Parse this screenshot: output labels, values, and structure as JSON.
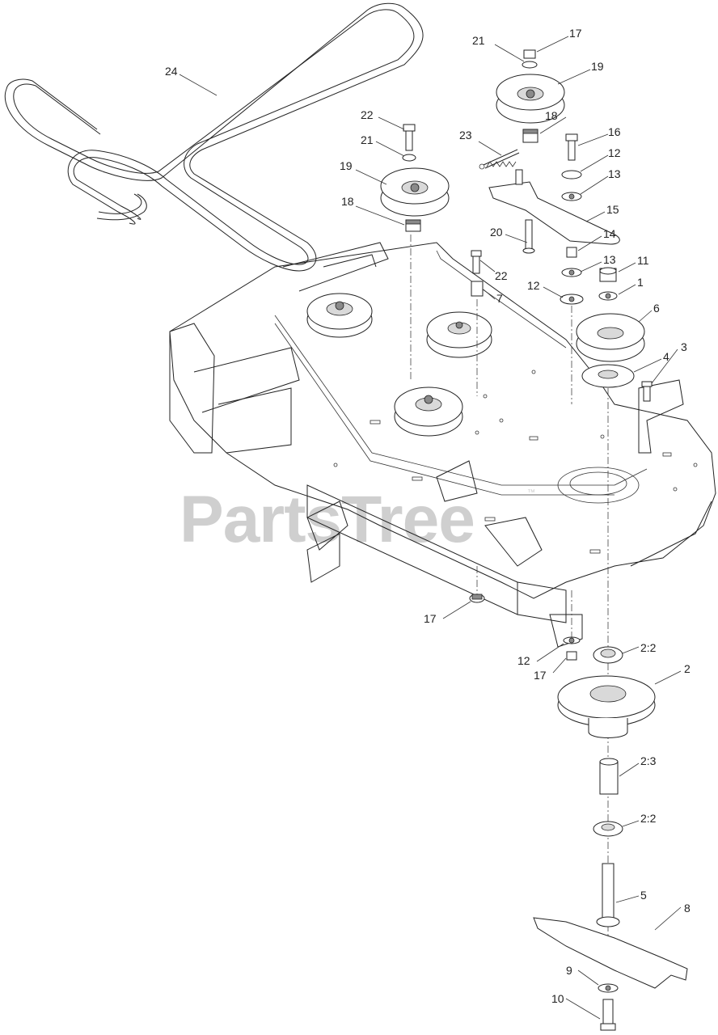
{
  "watermark": {
    "text": "PartsTree",
    "trademark": "™"
  },
  "callouts": [
    {
      "id": "c24",
      "label": "24"
    },
    {
      "id": "c21a",
      "label": "21"
    },
    {
      "id": "c17a",
      "label": "17"
    },
    {
      "id": "c19a",
      "label": "19"
    },
    {
      "id": "c22a",
      "label": "22"
    },
    {
      "id": "c18a",
      "label": "18"
    },
    {
      "id": "c21b",
      "label": "21"
    },
    {
      "id": "c23",
      "label": "23"
    },
    {
      "id": "c16",
      "label": "16"
    },
    {
      "id": "c19b",
      "label": "19"
    },
    {
      "id": "c12a",
      "label": "12"
    },
    {
      "id": "c13a",
      "label": "13"
    },
    {
      "id": "c18b",
      "label": "18"
    },
    {
      "id": "c15",
      "label": "15"
    },
    {
      "id": "c20",
      "label": "20"
    },
    {
      "id": "c14",
      "label": "14"
    },
    {
      "id": "c22b",
      "label": "22"
    },
    {
      "id": "c13b",
      "label": "13"
    },
    {
      "id": "c11",
      "label": "11"
    },
    {
      "id": "c12b",
      "label": "12"
    },
    {
      "id": "c7",
      "label": "7"
    },
    {
      "id": "c1",
      "label": "1"
    },
    {
      "id": "c6",
      "label": "6"
    },
    {
      "id": "c4",
      "label": "4"
    },
    {
      "id": "c3",
      "label": "3"
    },
    {
      "id": "c17b",
      "label": "17"
    },
    {
      "id": "c2_2a",
      "label": "2:2"
    },
    {
      "id": "c12c",
      "label": "12"
    },
    {
      "id": "c2",
      "label": "2"
    },
    {
      "id": "c17c",
      "label": "17"
    },
    {
      "id": "c2_3",
      "label": "2:3"
    },
    {
      "id": "c2_2b",
      "label": "2:2"
    },
    {
      "id": "c5",
      "label": "5"
    },
    {
      "id": "c8",
      "label": "8"
    },
    {
      "id": "c9",
      "label": "9"
    },
    {
      "id": "c10",
      "label": "10"
    }
  ]
}
